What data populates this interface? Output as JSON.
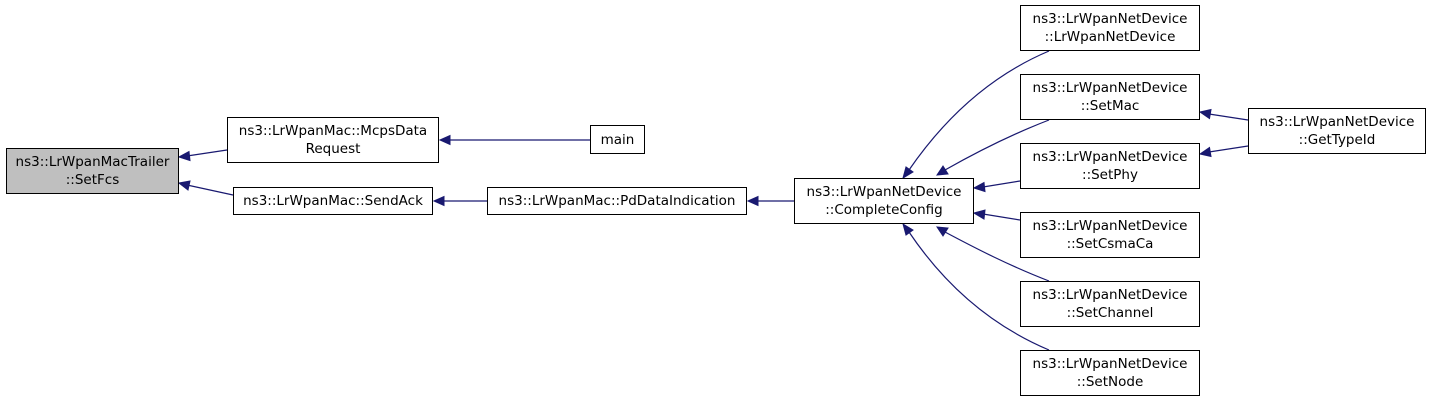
{
  "graph": {
    "edge_color": "#191970",
    "root_fill": "#bfbfbf",
    "nodes": {
      "root": {
        "line1": "ns3::LrWpanMacTrailer",
        "line2": "::SetFcs"
      },
      "mcps": {
        "line1": "ns3::LrWpanMac::McpsData",
        "line2": "Request"
      },
      "sendack": {
        "line1": "ns3::LrWpanMac::SendAck"
      },
      "main": {
        "line1": "main"
      },
      "pddata": {
        "line1": "ns3::LrWpanMac::PdDataIndication"
      },
      "complete": {
        "line1": "ns3::LrWpanNetDevice",
        "line2": "::CompleteConfig"
      },
      "ctor": {
        "line1": "ns3::LrWpanNetDevice",
        "line2": "::LrWpanNetDevice"
      },
      "setmac": {
        "line1": "ns3::LrWpanNetDevice",
        "line2": "::SetMac"
      },
      "setphy": {
        "line1": "ns3::LrWpanNetDevice",
        "line2": "::SetPhy"
      },
      "setcsma": {
        "line1": "ns3::LrWpanNetDevice",
        "line2": "::SetCsmaCa"
      },
      "setchannel": {
        "line1": "ns3::LrWpanNetDevice",
        "line2": "::SetChannel"
      },
      "setnode": {
        "line1": "ns3::LrWpanNetDevice",
        "line2": "::SetNode"
      },
      "gettypeid": {
        "line1": "ns3::LrWpanNetDevice",
        "line2": "::GetTypeId"
      }
    },
    "edges": [
      [
        "mcps",
        "root"
      ],
      [
        "sendack",
        "root"
      ],
      [
        "main",
        "mcps"
      ],
      [
        "pddata",
        "sendack"
      ],
      [
        "complete",
        "pddata"
      ],
      [
        "ctor",
        "complete"
      ],
      [
        "setmac",
        "complete"
      ],
      [
        "setphy",
        "complete"
      ],
      [
        "setcsma",
        "complete"
      ],
      [
        "setchannel",
        "complete"
      ],
      [
        "setnode",
        "complete"
      ],
      [
        "gettypeid",
        "setmac"
      ],
      [
        "gettypeid",
        "setphy"
      ]
    ]
  }
}
